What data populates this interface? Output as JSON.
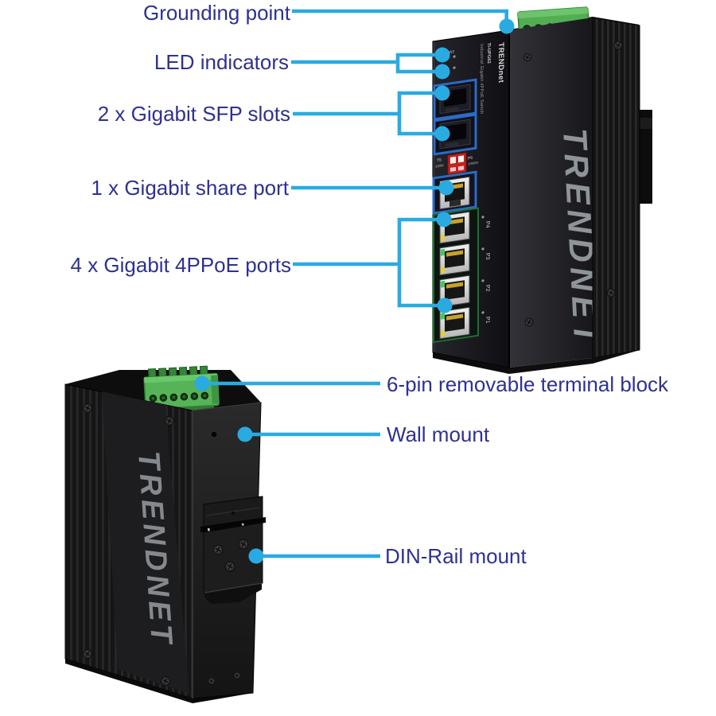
{
  "colors": {
    "label_text": "#2E3192",
    "callout_line": "#29ABE2",
    "device_body": "#1a1a1a",
    "terminal_block_green": "#57b357",
    "sfp_frame_blue": "#2c6cc4",
    "poe_frame_green": "#1e6e30",
    "dip_switch_red": "#c3231f",
    "side_logo_gray": "#8f9499"
  },
  "callouts": {
    "grounding_point": "Grounding point",
    "led_indicators": "LED indicators",
    "sfp_slots": "2 x Gigabit SFP slots",
    "share_port": "1 x Gigabit share port",
    "poe_ports": "4 x Gigabit 4PPoE ports",
    "terminal_block": "6-pin removable terminal block",
    "wall_mount": "Wall mount",
    "din_rail": "DIN-Rail mount"
  },
  "front_device": {
    "side_logo": "TRENDNET",
    "panel_text_line1": "Industrial Gigabit 4PPoE Switch",
    "panel_model": "TI-UPG62",
    "panel_brand": "TRENDnet",
    "led_labels": "PW1 PW2",
    "dip_label_left_top": "T5",
    "dip_label_left_bottom": "100M",
    "dip_label_right_top": "P5",
    "dip_label_right_bottom": "1000M",
    "port_labels": [
      "P4",
      "P3",
      "P2",
      "P1"
    ]
  },
  "rear_device": {
    "side_logo": "TRENDNET"
  }
}
